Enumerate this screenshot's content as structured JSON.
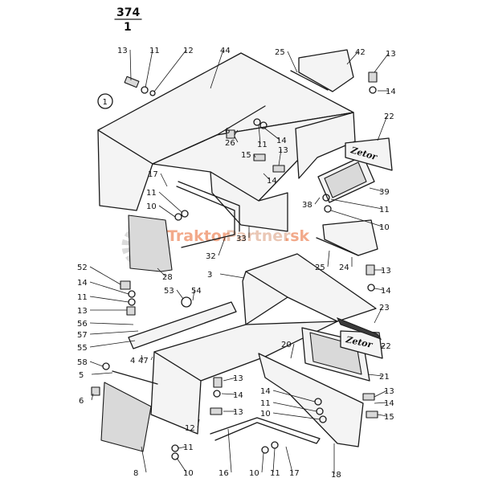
{
  "sheet": {
    "number": "374",
    "sub": "1"
  },
  "group_marker": "1",
  "watermark": {
    "part1": "Traktor",
    "part2": "Partner",
    "part3": ".sk",
    "color1": "#e8632b",
    "color2": "#d99a7a"
  },
  "brand_plate": "Zetor",
  "part_labels": [
    {
      "id": "l13a",
      "text": "13"
    },
    {
      "id": "l11a",
      "text": "11"
    },
    {
      "id": "l12a",
      "text": "12"
    },
    {
      "id": "l44",
      "text": "44"
    },
    {
      "id": "l25a",
      "text": "25"
    },
    {
      "id": "l42",
      "text": "42"
    },
    {
      "id": "l13b",
      "text": "13"
    },
    {
      "id": "l14a",
      "text": "14"
    },
    {
      "id": "l22a",
      "text": "22"
    },
    {
      "id": "l6a",
      "text": "6"
    },
    {
      "id": "l26",
      "text": "26"
    },
    {
      "id": "l11b",
      "text": "11"
    },
    {
      "id": "l14b",
      "text": "14"
    },
    {
      "id": "l15a",
      "text": "15"
    },
    {
      "id": "l13c",
      "text": "13"
    },
    {
      "id": "l14c",
      "text": "14"
    },
    {
      "id": "l17a",
      "text": "17"
    },
    {
      "id": "l11c",
      "text": "11"
    },
    {
      "id": "l10a",
      "text": "10"
    },
    {
      "id": "l38",
      "text": "38"
    },
    {
      "id": "l39",
      "text": "39"
    },
    {
      "id": "l11d",
      "text": "11"
    },
    {
      "id": "l10b",
      "text": "10"
    },
    {
      "id": "l33",
      "text": "33"
    },
    {
      "id": "l32",
      "text": "32"
    },
    {
      "id": "l28",
      "text": "28"
    },
    {
      "id": "l25b",
      "text": "25"
    },
    {
      "id": "l24",
      "text": "24"
    },
    {
      "id": "l52",
      "text": "52"
    },
    {
      "id": "l14d",
      "text": "14"
    },
    {
      "id": "l11e",
      "text": "11"
    },
    {
      "id": "l13d",
      "text": "13"
    },
    {
      "id": "l56",
      "text": "56"
    },
    {
      "id": "l57",
      "text": "57"
    },
    {
      "id": "l55",
      "text": "55"
    },
    {
      "id": "l53",
      "text": "53"
    },
    {
      "id": "l54",
      "text": "54"
    },
    {
      "id": "l3",
      "text": "3"
    },
    {
      "id": "l13e",
      "text": "13"
    },
    {
      "id": "l14e",
      "text": "14"
    },
    {
      "id": "l23",
      "text": "23"
    },
    {
      "id": "l22b",
      "text": "22"
    },
    {
      "id": "l58",
      "text": "58"
    },
    {
      "id": "l4",
      "text": "4"
    },
    {
      "id": "l47",
      "text": "47"
    },
    {
      "id": "l20",
      "text": "20"
    },
    {
      "id": "l21",
      "text": "21"
    },
    {
      "id": "l5",
      "text": "5"
    },
    {
      "id": "l6b",
      "text": "6"
    },
    {
      "id": "l13f",
      "text": "13"
    },
    {
      "id": "l14f",
      "text": "14"
    },
    {
      "id": "l13g",
      "text": "13"
    },
    {
      "id": "l14g",
      "text": "14"
    },
    {
      "id": "l11f",
      "text": "11"
    },
    {
      "id": "l10c",
      "text": "10"
    },
    {
      "id": "l13h",
      "text": "13"
    },
    {
      "id": "l14h",
      "text": "14"
    },
    {
      "id": "l15b",
      "text": "15"
    },
    {
      "id": "l12b",
      "text": "12"
    },
    {
      "id": "l11g",
      "text": "11"
    },
    {
      "id": "l10d",
      "text": "10"
    },
    {
      "id": "l8",
      "text": "8"
    },
    {
      "id": "l16",
      "text": "16"
    },
    {
      "id": "l10e",
      "text": "10"
    },
    {
      "id": "l11h",
      "text": "11"
    },
    {
      "id": "l17b",
      "text": "17"
    },
    {
      "id": "l18",
      "text": "18"
    }
  ]
}
